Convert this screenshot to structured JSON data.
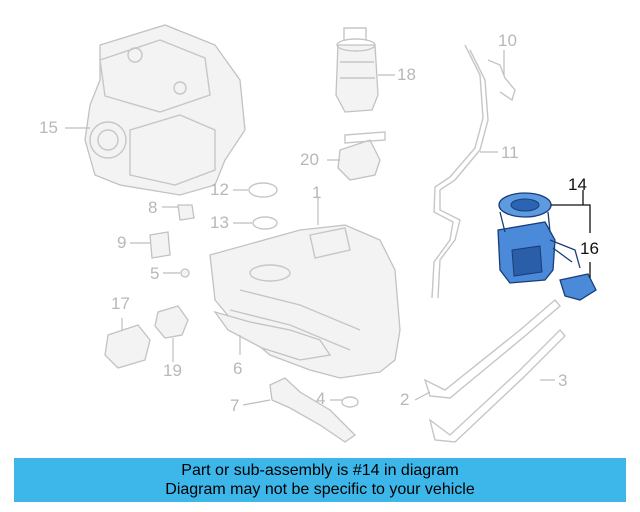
{
  "diagram": {
    "callouts": [
      "1",
      "2",
      "3",
      "4",
      "5",
      "6",
      "7",
      "8",
      "9",
      "10",
      "11",
      "12",
      "13",
      "14",
      "15",
      "16",
      "17",
      "18",
      "19",
      "20"
    ],
    "highlighted": [
      "14",
      "16"
    ],
    "highlight_color": "#3f87d6",
    "muted_color": "#c6c6c6"
  },
  "banner": {
    "line1": "Part or sub-assembly is #14 in diagram",
    "line2": "Diagram may not be specific to your vehicle",
    "background": "#3db7ea"
  }
}
